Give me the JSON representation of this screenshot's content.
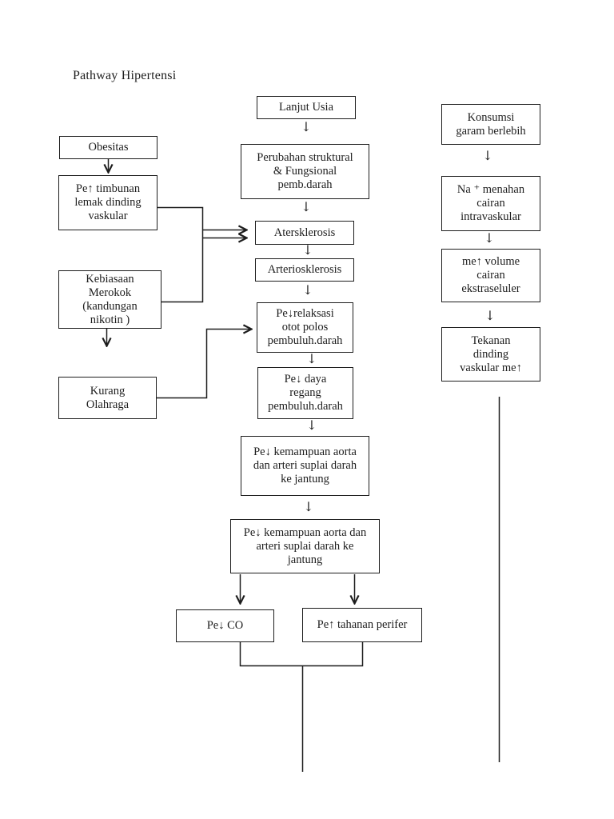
{
  "page": {
    "title": "Pathway Hipertensi"
  },
  "colors": {
    "ink": "#1d1d1d",
    "paper": "#ffffff"
  },
  "icons": {
    "down_arrow": "↓"
  },
  "nodes": {
    "obesitas": "Obesitas",
    "timbunan_lemak": "Pe↑ timbunan\nlemak dinding\nvaskular",
    "kebiasaan_merokok": "Kebiasaan\nMerokok\n(kandungan\nnikotin )",
    "kurang_olahraga": "Kurang\nOlahraga",
    "lanjut_usia": "Lanjut Usia",
    "perubahan_struktural": "Perubahan struktural\n& Fungsional\npemb.darah",
    "atersklerosis": "Atersklerosis",
    "arteriosklerosis": "Arteriosklerosis",
    "relaksasi_otot": "Pe↓relaksasi\notot polos\npembuluh.darah",
    "daya_regang": "Pe↓ daya\nregang\npembuluh.darah",
    "kemampuan_aorta_1": "Pe↓ kemampuan aorta\ndan arteri suplai darah\nke jantung",
    "kemampuan_aorta_2": "Pe↓ kemampuan aorta dan\narteri suplai darah ke\njantung",
    "pe_co": "Pe↓ CO",
    "tahanan_perifer": "Pe↑ tahanan perifer",
    "konsumsi_garam": "Konsumsi\ngaram berlebih",
    "na_menahan": "Na ⁺ menahan\ncairan\nintravaskular",
    "volume_cairan": "me↑ volume\ncairan\nekstraseluler",
    "tekanan_dinding": "Tekanan\ndinding\nvaskular me↑"
  },
  "edges": [
    {
      "from": "obesitas",
      "to": "timbunan_lemak"
    },
    {
      "from": "timbunan_lemak",
      "to": "atersklerosis"
    },
    {
      "from": "kebiasaan_merokok",
      "to": "atersklerosis"
    },
    {
      "from": "kebiasaan_merokok",
      "to": "kurang_olahraga"
    },
    {
      "from": "kurang_olahraga",
      "to": "relaksasi_otot"
    },
    {
      "from": "lanjut_usia",
      "to": "perubahan_struktural"
    },
    {
      "from": "perubahan_struktural",
      "to": "atersklerosis"
    },
    {
      "from": "atersklerosis",
      "to": "arteriosklerosis"
    },
    {
      "from": "arteriosklerosis",
      "to": "relaksasi_otot"
    },
    {
      "from": "relaksasi_otot",
      "to": "daya_regang"
    },
    {
      "from": "daya_regang",
      "to": "kemampuan_aorta_1"
    },
    {
      "from": "kemampuan_aorta_1",
      "to": "kemampuan_aorta_2"
    },
    {
      "from": "kemampuan_aorta_2",
      "to": "pe_co"
    },
    {
      "from": "kemampuan_aorta_2",
      "to": "tahanan_perifer"
    },
    {
      "from": "konsumsi_garam",
      "to": "na_menahan"
    },
    {
      "from": "na_menahan",
      "to": "volume_cairan"
    },
    {
      "from": "volume_cairan",
      "to": "tekanan_dinding"
    }
  ]
}
